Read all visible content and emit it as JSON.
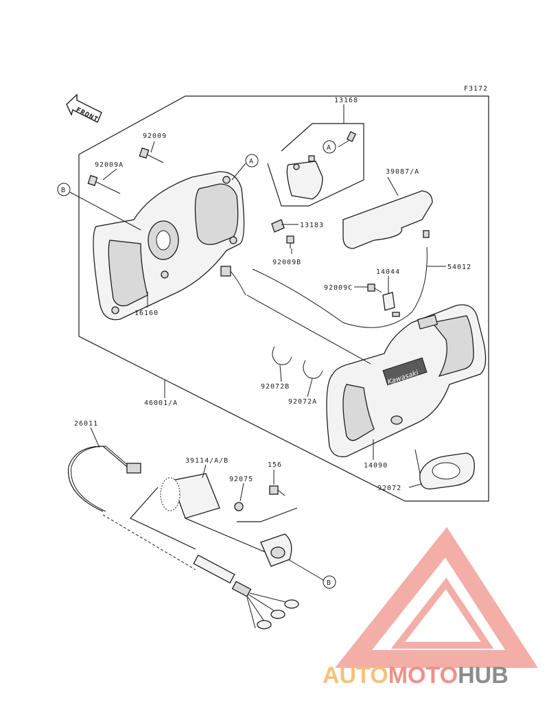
{
  "figure_code": "F3172",
  "front_label": "FRONT",
  "brand_on_handle": "Kawasaki",
  "callouts": [
    "13168",
    "92009",
    "92009A",
    "39087/A",
    "13183",
    "92009B",
    "54012",
    "14044",
    "92009C",
    "16160",
    "92072B",
    "92072A",
    "46001/A",
    "26011",
    "39114/A/B",
    "92075",
    "156",
    "14090",
    "92072"
  ],
  "ref_markers": {
    "a": "A",
    "b": "B"
  },
  "watermark": {
    "part1": "AUTO",
    "part2": "MOTO",
    "part3": "HUB",
    "color1": "#f5c27a",
    "color2": "#f0908a",
    "color3": "#8c8c8c",
    "logo_color": "#f2a09a"
  }
}
